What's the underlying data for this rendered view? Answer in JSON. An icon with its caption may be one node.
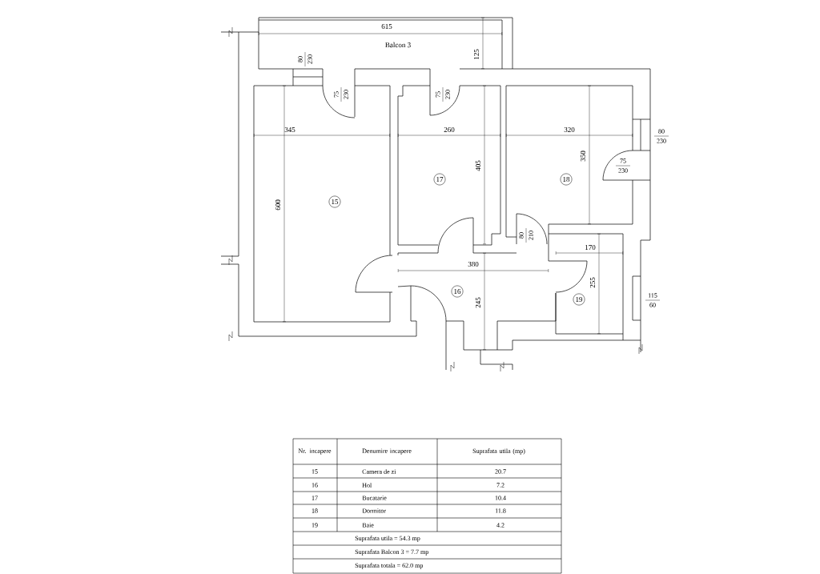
{
  "diagram": {
    "nodes": [
      {
        "text": [
          "15"
        ]
      },
      {
        "text": [
          "16"
        ]
      },
      {
        "text": [
          "17"
        ]
      },
      {
        "text": [
          "18"
        ]
      },
      {
        "text": [
          "19"
        ]
      }
    ],
    "labels": [
      "615",
      "Balcon 3",
      "125",
      "80",
      "230",
      "75",
      "230",
      "75",
      "230",
      "345",
      "260",
      "320",
      "80",
      "230",
      "405",
      "75",
      "230",
      "350",
      "600",
      "80",
      "210",
      "170",
      "380",
      "255",
      "115",
      "60",
      "245",
      "Nr. incapere",
      "Denumire incapere",
      "Suprafata utila (mp)",
      "15",
      "Camera de zi",
      "20.7",
      "16",
      "Hol",
      "7.2",
      "17",
      "Bucatarie",
      "10.4",
      "18",
      "Dormitor",
      "11.8",
      "19",
      "Baie",
      "4.2",
      "Suprafata utila = 54.3 mp",
      "Suprafata Balcon 3 = 7.7 mp",
      "Suprafata totala = 62.0 mp"
    ]
  }
}
